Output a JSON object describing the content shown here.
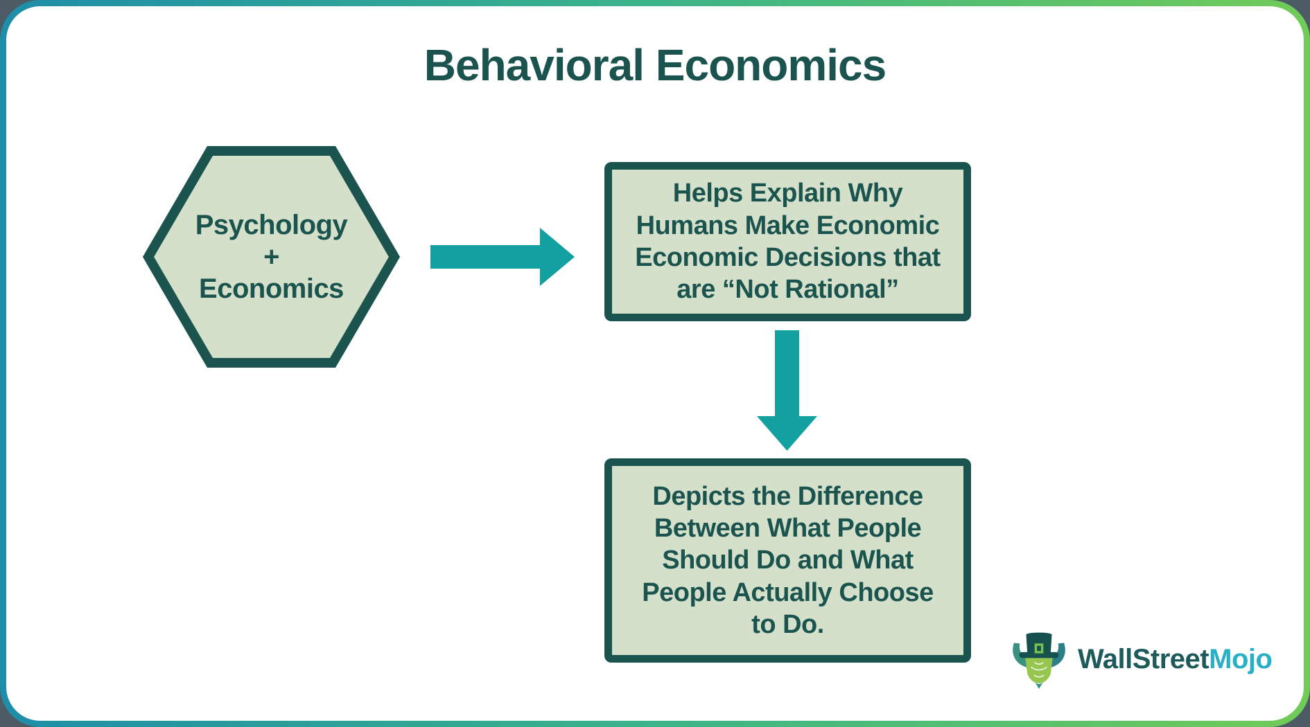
{
  "page": {
    "title": "Behavioral Economics"
  },
  "diagram": {
    "hexagon": {
      "text": "Psychology\n+\nEconomics"
    },
    "box1": {
      "text": "Helps Explain Why\nHumans Make Economic\nEconomic Decisions that\nare “Not Rational”"
    },
    "box2": {
      "text": "Depicts the Difference\nBetween What People\nShould Do and What\nPeople Actually Choose\nto Do."
    },
    "connectors": [
      "right-arrow",
      "down-arrow"
    ]
  },
  "logo": {
    "brand_part1": "WallStreet",
    "brand_part2": "Mojo"
  },
  "colors": {
    "dark_teal": "#1B534E",
    "sage_fill": "#D5E0CA",
    "arrow_teal": "#12A0A0",
    "mojo_cyan": "#29AFC6",
    "frame_gradient_start": "#1E8DA9",
    "frame_gradient_mid": "#3CB489",
    "frame_gradient_end": "#70CB57",
    "outer_background": "#4C5B64"
  }
}
